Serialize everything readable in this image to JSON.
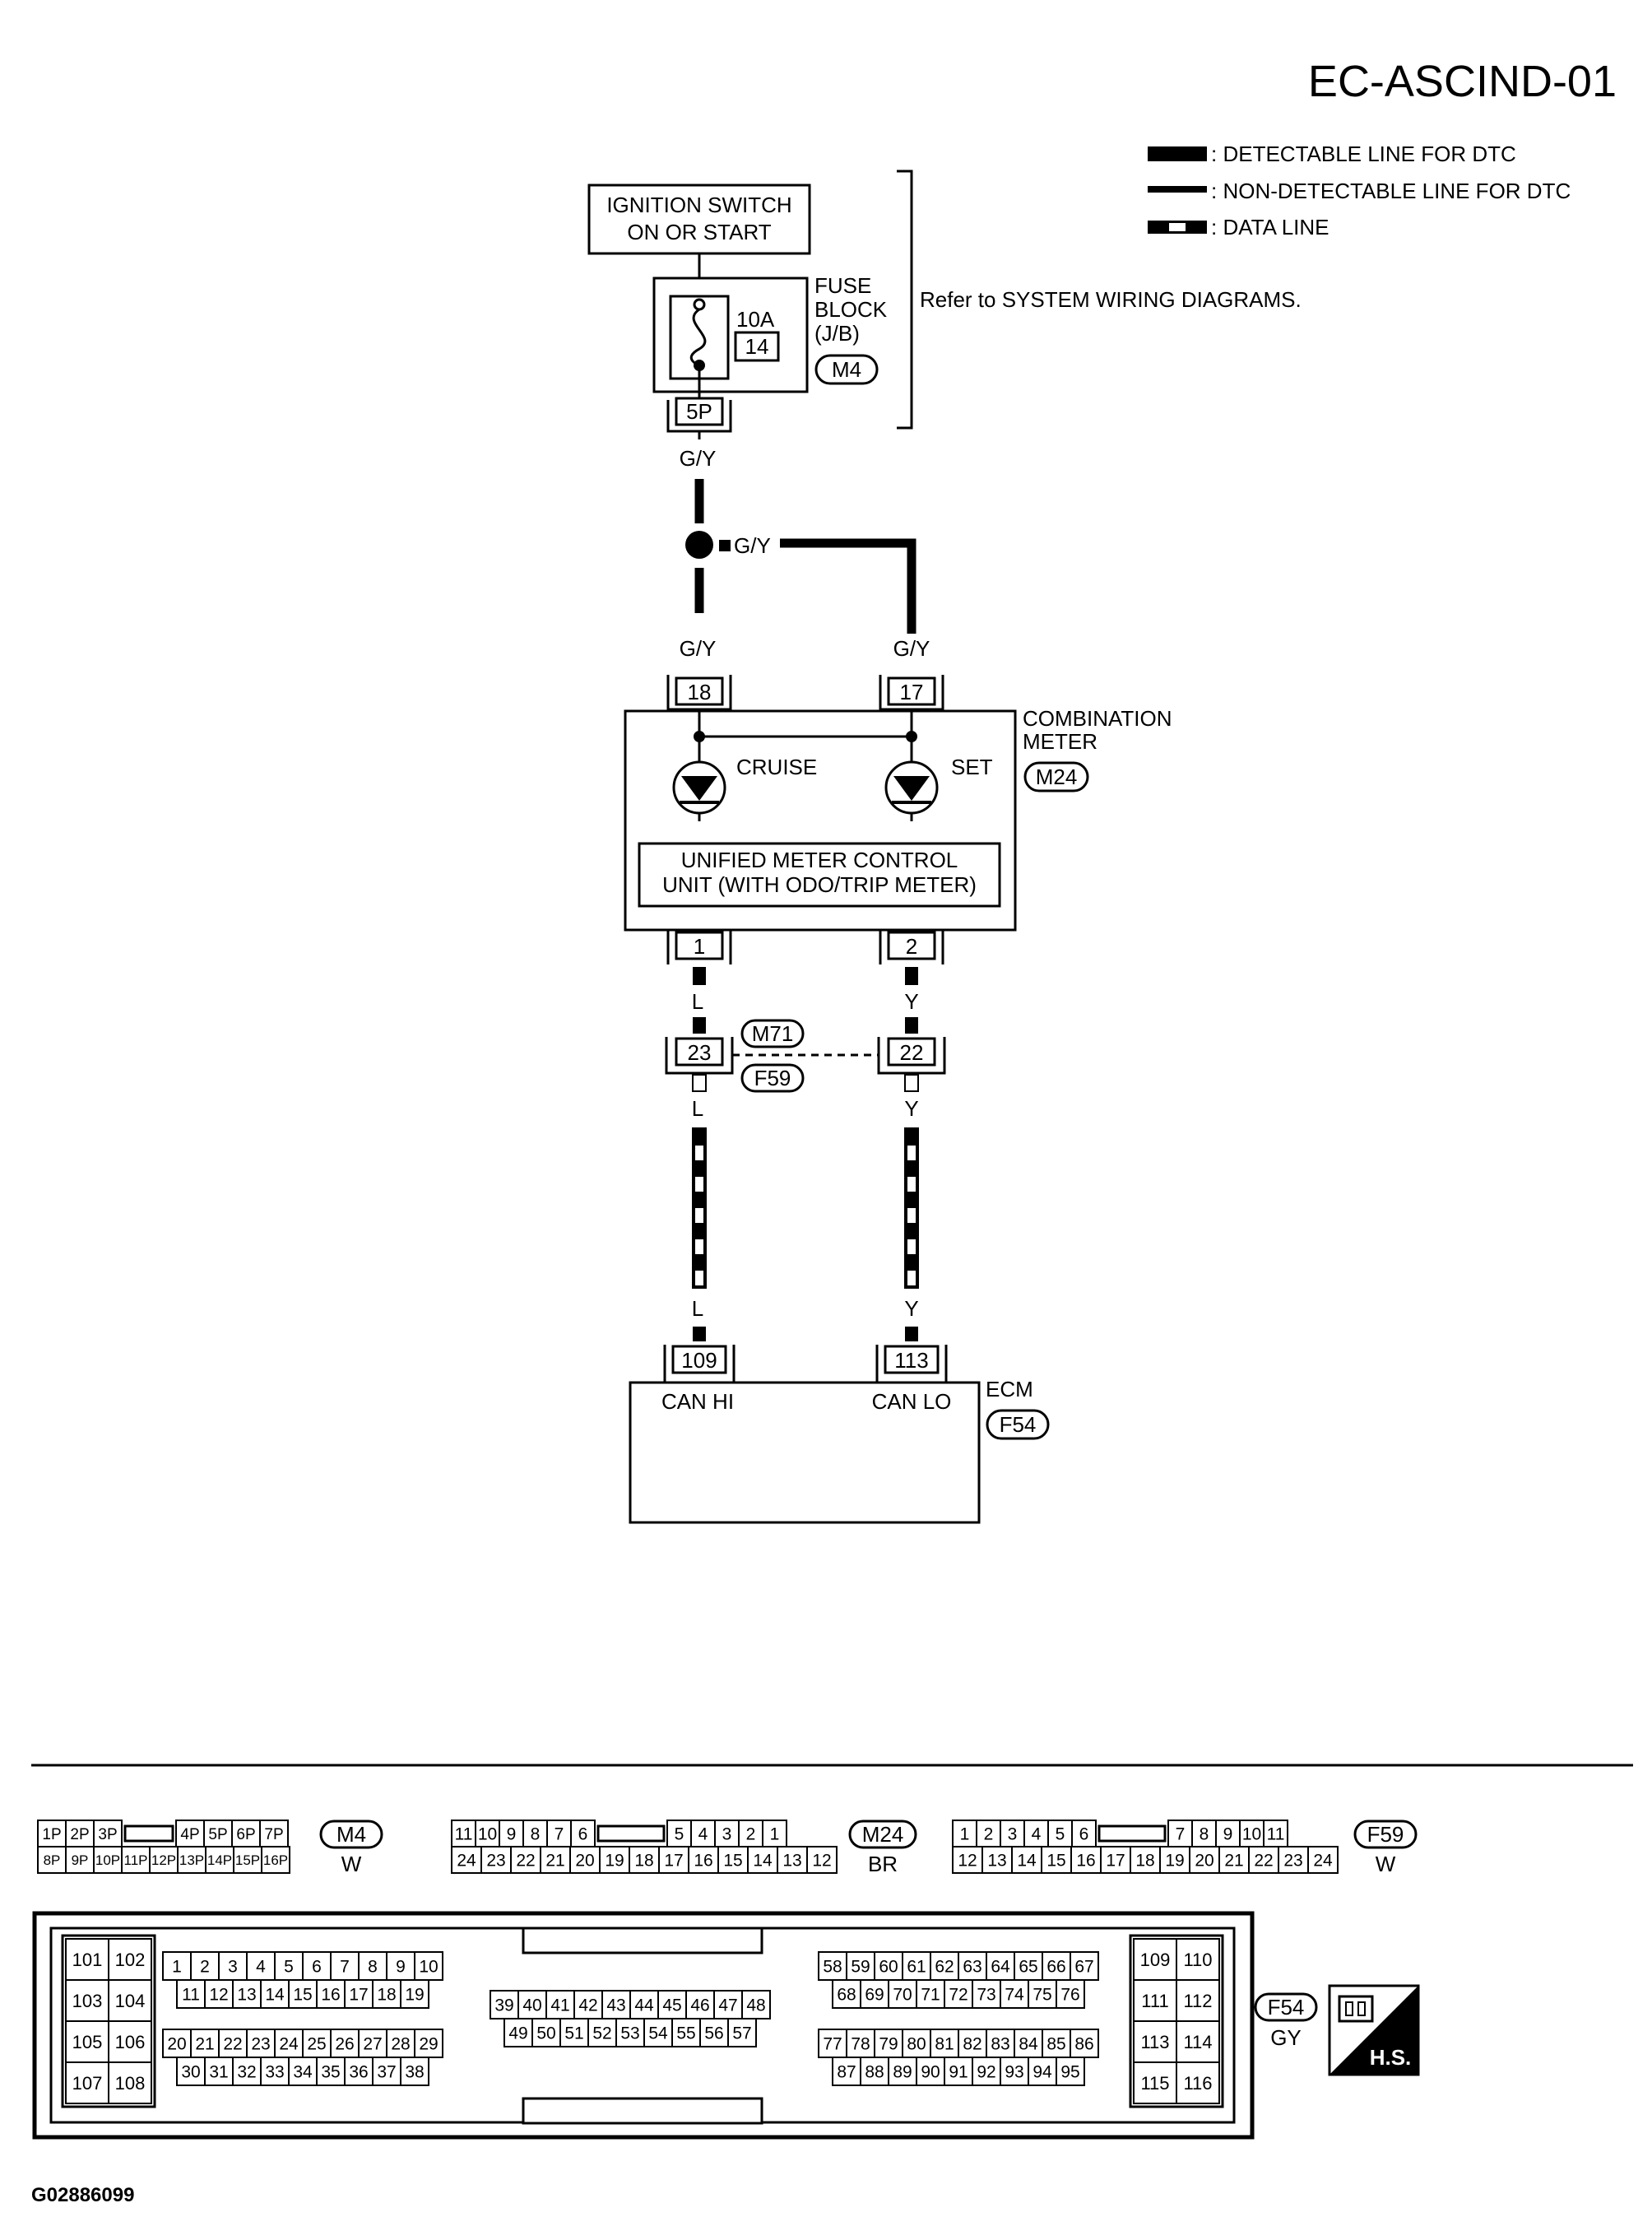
{
  "title": "EC-ASCIND-01",
  "legend": {
    "detectable": ": DETECTABLE LINE FOR DTC",
    "non_detectable": ": NON-DETECTABLE LINE FOR DTC",
    "data_line": ": DATA LINE"
  },
  "refer_text": "Refer to SYSTEM WIRING DIAGRAMS.",
  "ignition": {
    "line1": "IGNITION SWITCH",
    "line2": "ON OR START"
  },
  "fuse": {
    "amp": "10A",
    "number": "14",
    "block_l1": "FUSE",
    "block_l2": "BLOCK",
    "block_l3": "(J/B)",
    "connector": "M4",
    "terminal": "5P"
  },
  "wires": {
    "gy_top": "G/Y",
    "gy_branch": "G/Y",
    "gy_left": "G/Y",
    "gy_right": "G/Y",
    "l_upper": "L",
    "y_upper": "Y",
    "l_mid": "L",
    "y_mid": "Y",
    "l_lower": "L",
    "y_lower": "Y"
  },
  "combo_meter": {
    "name_l1": "COMBINATION",
    "name_l2": "METER",
    "connector": "M24",
    "pin_left": "18",
    "pin_right": "17",
    "lamp_left": "CRUISE",
    "lamp_right": "SET",
    "unit_l1": "UNIFIED METER CONTROL",
    "unit_l2": "UNIT (WITH ODO/TRIP METER)",
    "out_left": "1",
    "out_right": "2"
  },
  "joint": {
    "top": "M71",
    "bottom": "F59",
    "pin_left": "23",
    "pin_right": "22"
  },
  "ecm": {
    "name": "ECM",
    "connector": "F54",
    "pin_left": "109",
    "pin_right": "113",
    "label_left": "CAN HI",
    "label_right": "CAN LO"
  },
  "connectors": {
    "m4": {
      "id": "M4",
      "color": "W",
      "row1": [
        "1P",
        "2P",
        "3P",
        "",
        "4P",
        "5P",
        "6P",
        "7P"
      ],
      "row2": [
        "8P",
        "9P",
        "10P",
        "11P",
        "12P",
        "13P",
        "14P",
        "15P",
        "16P"
      ]
    },
    "m24": {
      "id": "M24",
      "color": "BR",
      "row1": [
        "11",
        "10",
        "9",
        "8",
        "7",
        "6",
        "",
        "5",
        "4",
        "3",
        "2",
        "1"
      ],
      "row2": [
        "24",
        "23",
        "22",
        "21",
        "20",
        "19",
        "18",
        "17",
        "16",
        "15",
        "14",
        "13",
        "12"
      ]
    },
    "f59": {
      "id": "F59",
      "color": "W",
      "row1": [
        "1",
        "2",
        "3",
        "4",
        "5",
        "6",
        "",
        "7",
        "8",
        "9",
        "10",
        "11"
      ],
      "row2": [
        "12",
        "13",
        "14",
        "15",
        "16",
        "17",
        "18",
        "19",
        "20",
        "21",
        "22",
        "23",
        "24"
      ]
    },
    "f54": {
      "id": "F54",
      "color": "GY",
      "g1": [
        [
          "101",
          "102"
        ],
        [
          "103",
          "104"
        ],
        [
          "105",
          "106"
        ],
        [
          "107",
          "108"
        ]
      ],
      "g2r1": [
        "1",
        "2",
        "3",
        "4",
        "5",
        "6",
        "7",
        "8",
        "9",
        "10"
      ],
      "g2r2": [
        "11",
        "12",
        "13",
        "14",
        "15",
        "16",
        "17",
        "18",
        "19"
      ],
      "g2r3": [
        "20",
        "21",
        "22",
        "23",
        "24",
        "25",
        "26",
        "27",
        "28",
        "29"
      ],
      "g2r4": [
        "30",
        "31",
        "32",
        "33",
        "34",
        "35",
        "36",
        "37",
        "38"
      ],
      "g3r1": [
        "39",
        "40",
        "41",
        "42",
        "43",
        "44",
        "45",
        "46",
        "47",
        "48"
      ],
      "g3r2": [
        "49",
        "50",
        "51",
        "52",
        "53",
        "54",
        "55",
        "56",
        "57"
      ],
      "g4r1": [
        "58",
        "59",
        "60",
        "61",
        "62",
        "63",
        "64",
        "65",
        "66",
        "67"
      ],
      "g4r2": [
        "68",
        "69",
        "70",
        "71",
        "72",
        "73",
        "74",
        "75",
        "76"
      ],
      "g4r3": [
        "77",
        "78",
        "79",
        "80",
        "81",
        "82",
        "83",
        "84",
        "85",
        "86"
      ],
      "g4r4": [
        "87",
        "88",
        "89",
        "90",
        "91",
        "92",
        "93",
        "94",
        "95"
      ],
      "g5": [
        [
          "109",
          "110"
        ],
        [
          "111",
          "112"
        ],
        [
          "113",
          "114"
        ],
        [
          "115",
          "116"
        ]
      ]
    }
  },
  "hs_badge": "H.S.",
  "figure_id": "G02886099"
}
